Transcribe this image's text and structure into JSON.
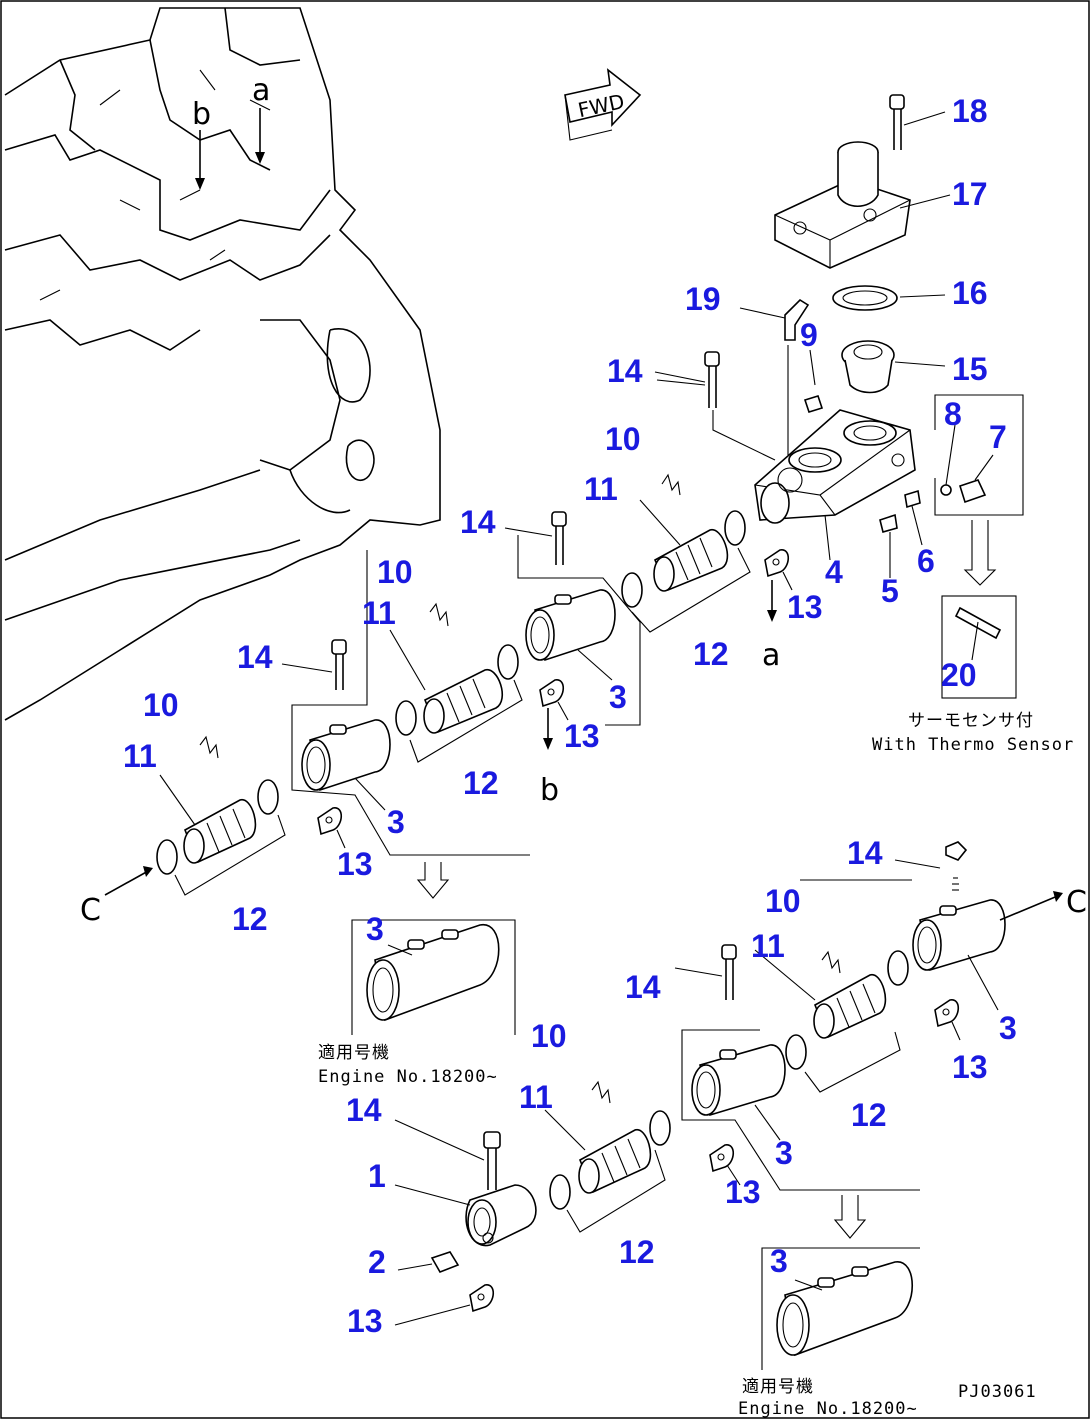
{
  "diagram": {
    "fwd_label": "FWD",
    "view_letters": {
      "a_top": "a",
      "b_top": "b",
      "a_bottom": "a",
      "b_bottom": "b",
      "c_left": "C",
      "c_right": "C"
    },
    "callouts": {
      "n18": "18",
      "n17": "17",
      "n16": "16",
      "n15": "15",
      "n19": "19",
      "n9": "9",
      "n14_a": "14",
      "n8": "8",
      "n7": "7",
      "n10_a": "10",
      "n11_a": "11",
      "n14_b": "14",
      "n4": "4",
      "n6": "6",
      "n5": "5",
      "n13_a": "13",
      "n12_a": "12",
      "n20": "20",
      "n10_b": "10",
      "n11_b": "11",
      "n14_c": "14",
      "n3_a": "3",
      "n13_b": "13",
      "n12_b": "12",
      "n10_c": "10",
      "n11_c": "11",
      "n3_b": "3",
      "n13_c": "13",
      "n12_c": "12",
      "n3_c": "3",
      "n14_d": "14",
      "n10_d": "10",
      "n11_d": "11",
      "n14_e": "14",
      "n3_d": "3",
      "n13_d": "13",
      "n12_d": "12",
      "n10_e": "10",
      "n11_e": "11",
      "n3_e": "3",
      "n13_e": "13",
      "n14_f": "14",
      "n1": "1",
      "n2": "2",
      "n13_f": "13",
      "n12_e": "12",
      "n3_f": "3"
    },
    "notes": {
      "thermo_jp": "サーモセンサ付",
      "thermo_en": "With Thermo Sensor",
      "engine1_jp": "適用号機",
      "engine1_en": "Engine No.18200~",
      "engine2_jp": "適用号機",
      "engine2_en": "Engine No.18200~",
      "drawing_code": "PJ03061"
    }
  }
}
